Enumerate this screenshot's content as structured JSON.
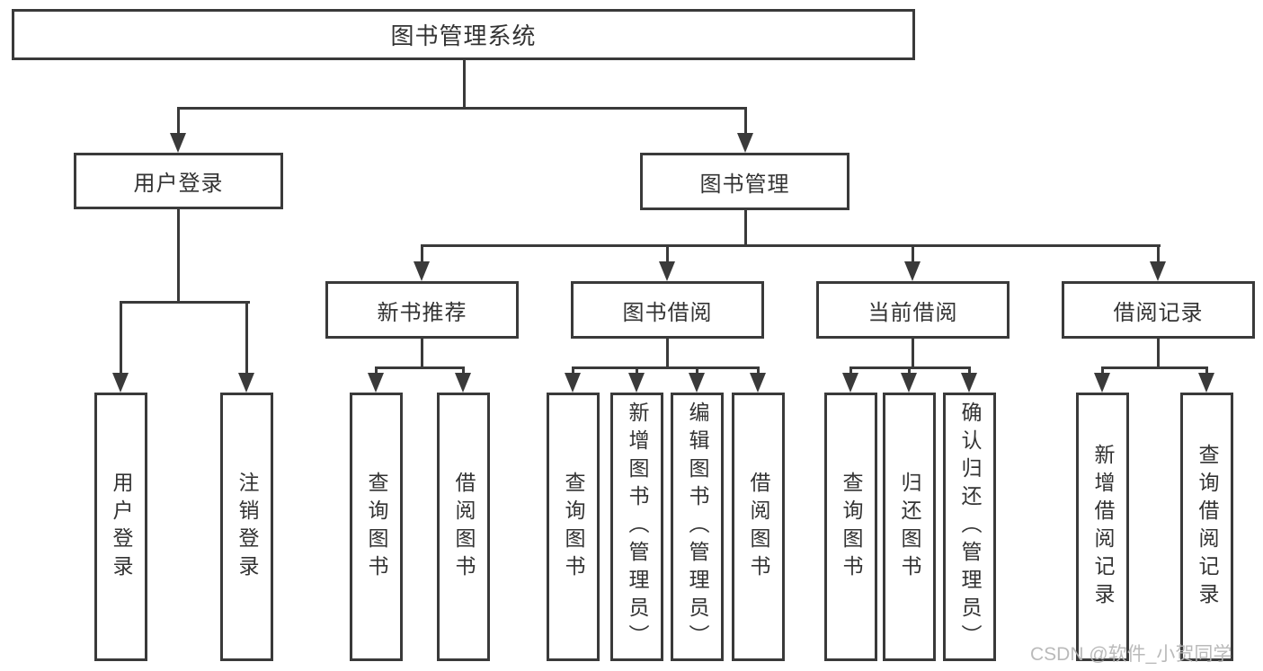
{
  "diagram": {
    "title": "图书管理系统",
    "root": {
      "label": "图书管理系统"
    },
    "user_login": {
      "label": "用户登录",
      "children": [
        {
          "label": "用户登录"
        },
        {
          "label": "注销登录"
        }
      ]
    },
    "book_management": {
      "label": "图书管理",
      "sections": [
        {
          "label": "新书推荐",
          "children": [
            {
              "label": "查询图书"
            },
            {
              "label": "借阅图书"
            }
          ]
        },
        {
          "label": "图书借阅",
          "children": [
            {
              "label": "查询图书"
            },
            {
              "label": "新增图书（管理员）"
            },
            {
              "label": "编辑图书（管理员）"
            },
            {
              "label": "借阅图书"
            }
          ]
        },
        {
          "label": "当前借阅",
          "children": [
            {
              "label": "查询图书"
            },
            {
              "label": "归还图书"
            },
            {
              "label": "确认归还（管理员）"
            }
          ]
        },
        {
          "label": "借阅记录",
          "children": [
            {
              "label": "新增借阅记录"
            },
            {
              "label": "查询借阅记录"
            }
          ]
        }
      ]
    }
  },
  "watermark": {
    "text": "CSDN @软件_小贺同学"
  },
  "colors": {
    "line": "#3a3a3a",
    "text": "#333333",
    "watermark": "#b5b5b5",
    "background": "#ffffff"
  }
}
